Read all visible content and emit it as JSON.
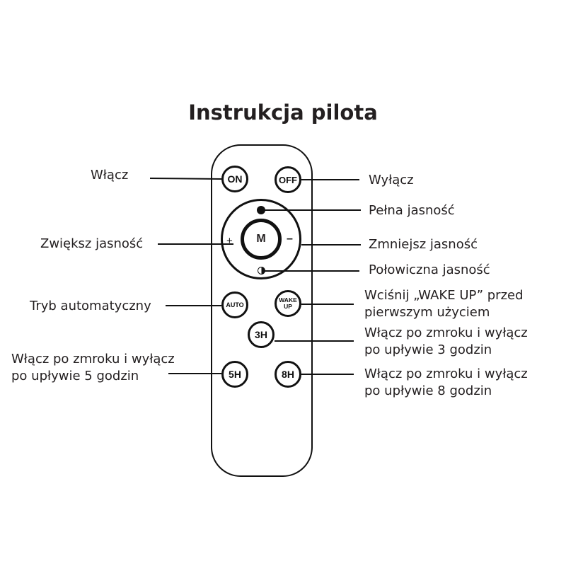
{
  "title": "Instrukcja pilota",
  "buttons": {
    "on": "ON",
    "off": "OFF",
    "mode": "M",
    "plus": "+",
    "minus": "–",
    "auto": "AUTO",
    "wake_up_line1": "WAKE",
    "wake_up_line2": "UP",
    "h3": "3H",
    "h5": "5H",
    "h8": "8H"
  },
  "labels": {
    "on": "Włącz",
    "off": "Wyłącz",
    "full_brightness": "Pełna jasność",
    "increase_brightness": "Zwiększ jasność",
    "decrease_brightness": "Zmniejsz jasność",
    "half_brightness": "Połowiczna jasność",
    "auto_mode": "Tryb automatyczny",
    "wake_up_line1": "Wciśnij „WAKE UP” przed",
    "wake_up_line2": "pierwszym użyciem",
    "h3_line1": "Włącz po zmroku i wyłącz",
    "h3_line2": "po upływie 3 godzin",
    "h5_line1": "Włącz po zmroku i wyłącz",
    "h5_line2": "po upływie 5 godzin",
    "h8_line1": "Włącz po zmroku i wyłącz",
    "h8_line2": "po upływie 8 godzin"
  }
}
